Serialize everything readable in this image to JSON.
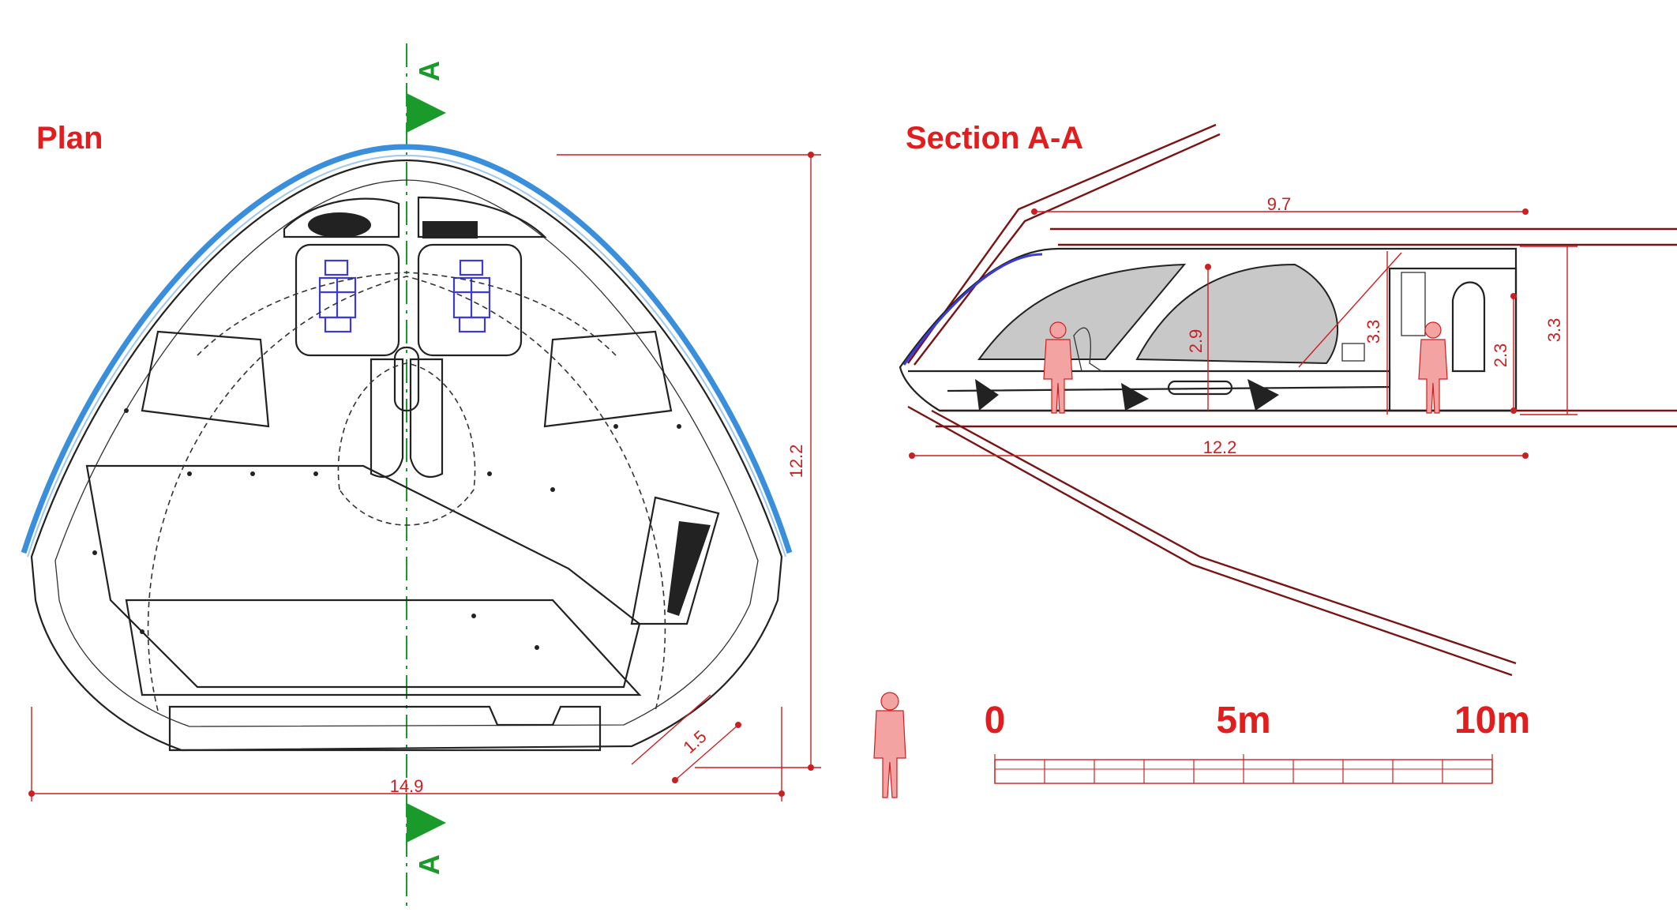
{
  "plan": {
    "title": "Plan",
    "dims": {
      "width": "14.9",
      "height": "12.2",
      "corner": "1.5"
    },
    "section_marker": "A"
  },
  "section": {
    "title": "Section A-A",
    "dims": {
      "top": "9.7",
      "bottom": "12.2",
      "cabin_height": "2.9",
      "inner_height": "3.3",
      "right_height_a": "2.3",
      "right_height_b": "3.3"
    }
  },
  "scale": {
    "labels": [
      "0",
      "5m",
      "10m"
    ]
  },
  "colors": {
    "dimension": "#cc1f1f",
    "outline": "#3a8fdc",
    "marker": "#1a9a2a",
    "seat": "#3b3bd9",
    "figure": "#f4a3a3",
    "glazing": "#c8c8c8"
  }
}
